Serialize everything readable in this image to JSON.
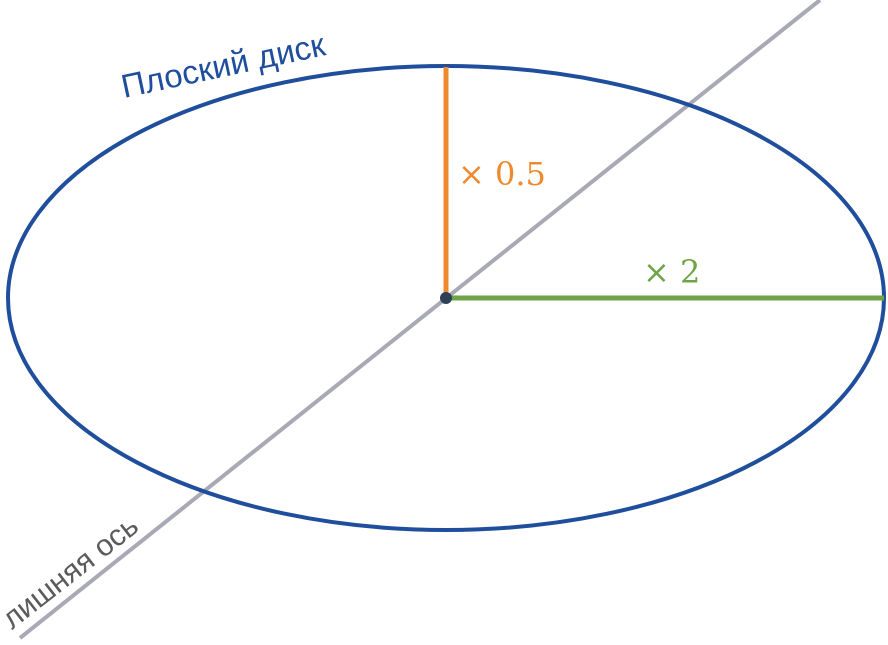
{
  "labels": {
    "disk": "Плоский диск",
    "axis": "лишняя ось",
    "vertical_scale": "× 0.5",
    "horizontal_scale": "× 2"
  },
  "colors": {
    "disk": "#1f4e9c",
    "axis": "#a8a9b4",
    "vertical_radius": "#ee8a2d",
    "horizontal_radius": "#6ea447",
    "center": "#2f3f55",
    "axis_label": "#5b5b5b"
  }
}
